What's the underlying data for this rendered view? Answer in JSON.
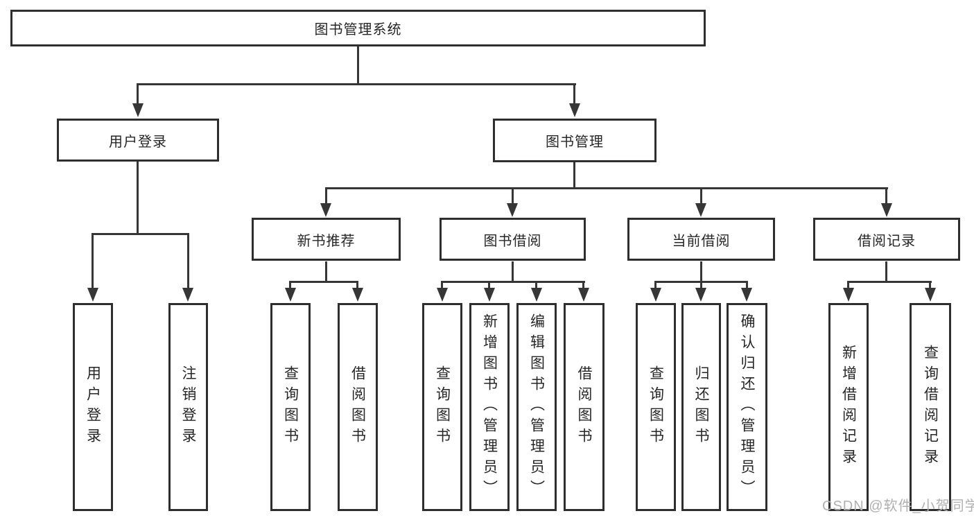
{
  "diagram": {
    "root": {
      "label": "图书管理系统",
      "children": [
        {
          "label": "用户登录",
          "children": [
            {
              "label": "用户登录"
            },
            {
              "label": "注销登录"
            }
          ]
        },
        {
          "label": "图书管理",
          "children": [
            {
              "label": "新书推荐",
              "children": [
                {
                  "label": "查询图书"
                },
                {
                  "label": "借阅图书"
                }
              ]
            },
            {
              "label": "图书借阅",
              "children": [
                {
                  "label": "查询图书"
                },
                {
                  "label": "新增图书（管理员）"
                },
                {
                  "label": "编辑图书（管理员）"
                },
                {
                  "label": "借阅图书"
                }
              ]
            },
            {
              "label": "当前借阅",
              "children": [
                {
                  "label": "查询图书"
                },
                {
                  "label": "归还图书"
                },
                {
                  "label": "确认归还（管理员）"
                }
              ]
            },
            {
              "label": "借阅记录",
              "children": [
                {
                  "label": "新增借阅记录"
                },
                {
                  "label": "查询借阅记录"
                }
              ]
            }
          ]
        }
      ]
    },
    "line_color": "#363636",
    "border_color": "#2e2e2e"
  },
  "watermark": {
    "text": "CSDN @软件_小贺同学"
  }
}
